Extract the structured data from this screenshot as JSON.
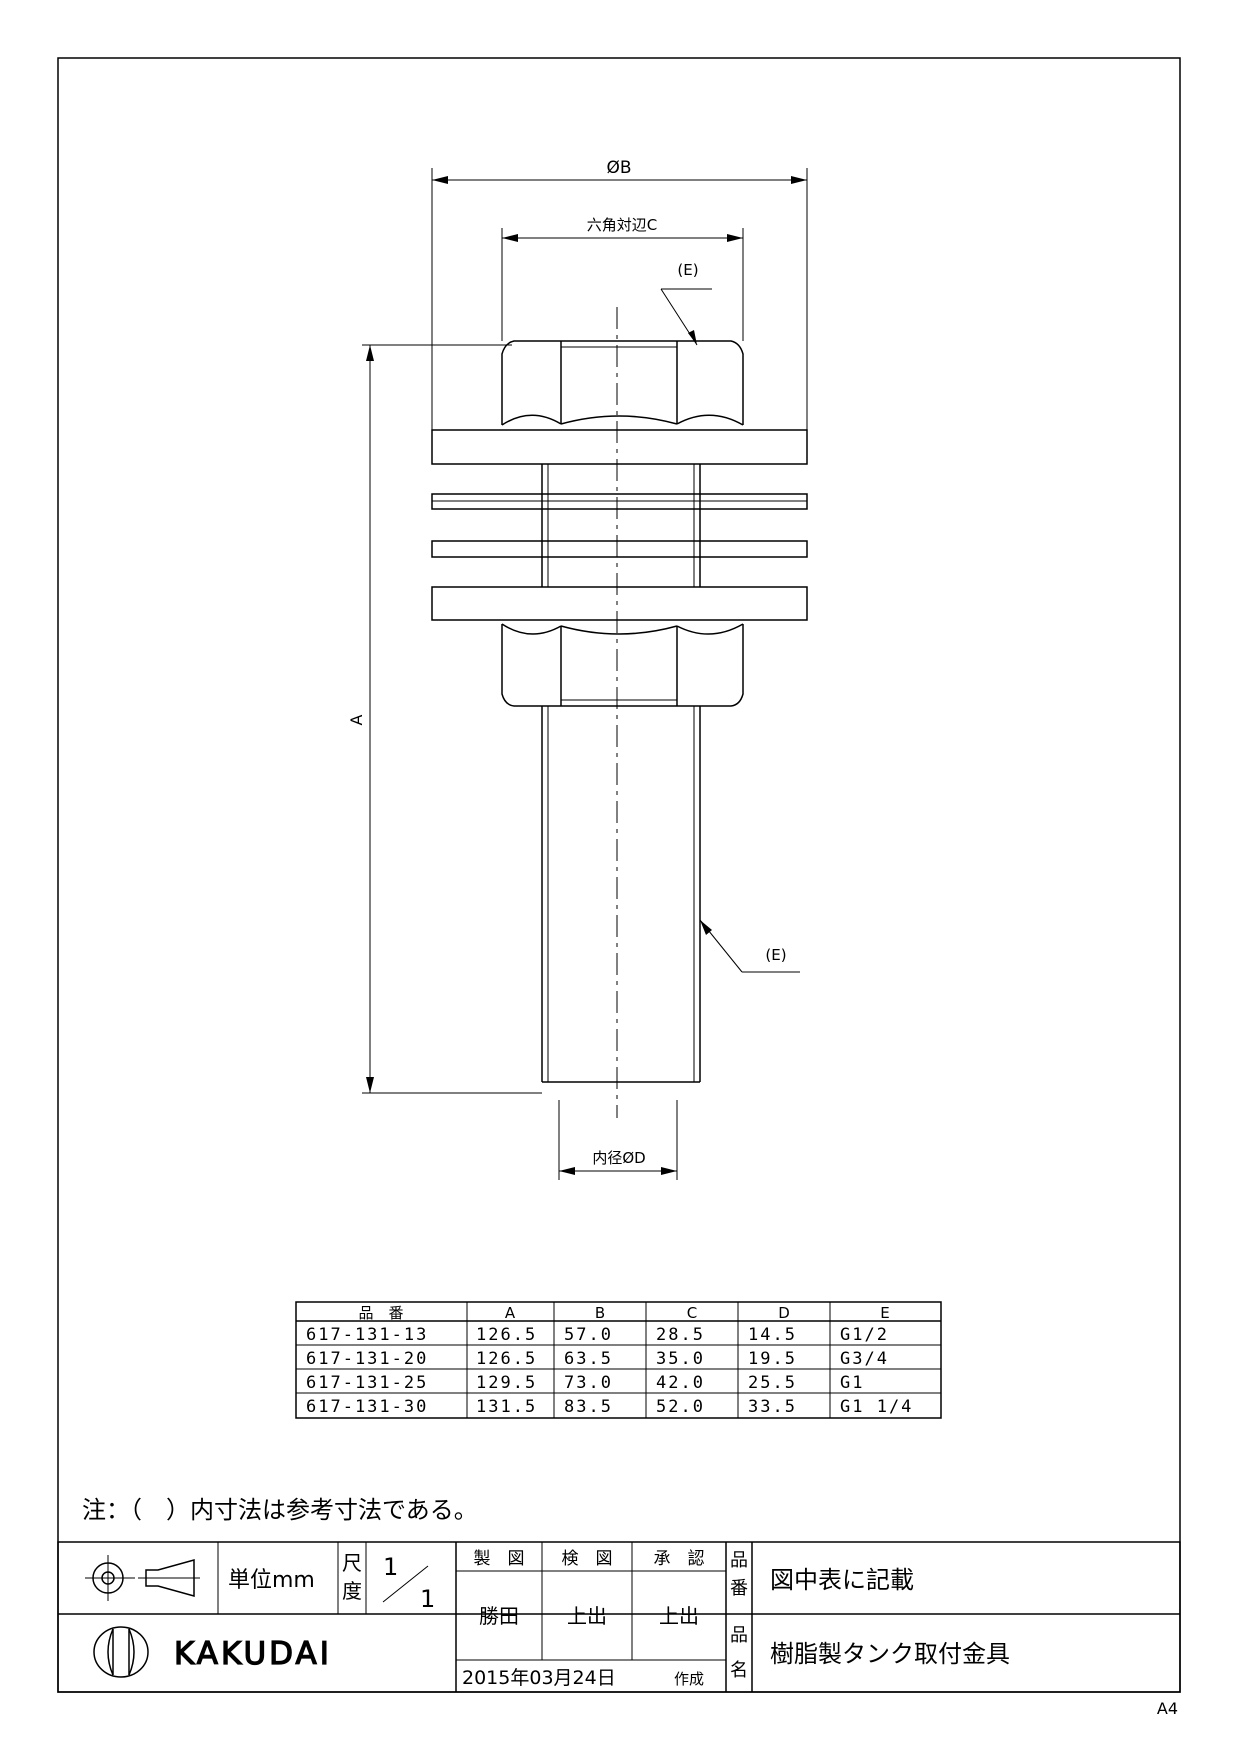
{
  "drawing": {
    "dim_b": "ØB",
    "dim_hex": "六角対辺C",
    "dim_e_top": "(E)",
    "dim_e_side": "(E)",
    "dim_a": "A",
    "dim_d": "内径ØD"
  },
  "table": {
    "headers": [
      "品　番",
      "A",
      "B",
      "C",
      "D",
      "E"
    ],
    "rows": [
      [
        "617-131-13",
        "126.5",
        "57.0",
        "28.5",
        "14.5",
        "G1/2"
      ],
      [
        "617-131-20",
        "126.5",
        "63.5",
        "35.0",
        "19.5",
        "G3/4"
      ],
      [
        "617-131-25",
        "129.5",
        "73.0",
        "42.0",
        "25.5",
        "G1"
      ],
      [
        "617-131-30",
        "131.5",
        "83.5",
        "52.0",
        "33.5",
        "G1 1/4"
      ]
    ]
  },
  "note": "注：（　）内寸法は参考寸法である。",
  "title_block": {
    "unit": "単位mm",
    "scale_label_1": "尺",
    "scale_label_2": "度",
    "scale_num": "1",
    "scale_den": "1",
    "drawn_label": "製　図",
    "checked_label": "検　図",
    "approved_label": "承　認",
    "drawn_by": "勝田",
    "checked_by": "上出",
    "approved_by": "上出",
    "date": "2015年03月24日",
    "created_label": "作成",
    "part_no_label_1": "品",
    "part_no_label_2": "番",
    "part_no_value": "図中表に記載",
    "part_name_label_1": "品",
    "part_name_label_2": "名",
    "part_name_value": "樹脂製タンク取付金具",
    "brand": "KAKUDAI"
  },
  "paper_size": "A4"
}
